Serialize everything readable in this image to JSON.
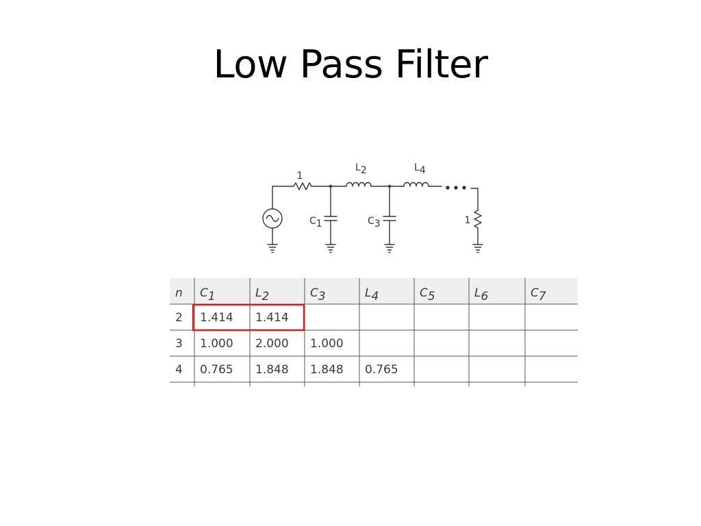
{
  "slide": {
    "title": "Low Pass Filter"
  },
  "circuit": {
    "source_resistor_label": "1",
    "load_resistor_label": "1",
    "components": [
      {
        "letter": "C",
        "subscript": "1"
      },
      {
        "letter": "L",
        "subscript": "2"
      },
      {
        "letter": "C",
        "subscript": "3"
      },
      {
        "letter": "L",
        "subscript": "4"
      }
    ]
  },
  "table": {
    "columns": [
      {
        "letter": "n",
        "subscript": ""
      },
      {
        "letter": "C",
        "subscript": "1"
      },
      {
        "letter": "L",
        "subscript": "2"
      },
      {
        "letter": "C",
        "subscript": "3"
      },
      {
        "letter": "L",
        "subscript": "4"
      },
      {
        "letter": "C",
        "subscript": "5"
      },
      {
        "letter": "L",
        "subscript": "6"
      },
      {
        "letter": "C",
        "subscript": "7"
      }
    ],
    "rows": [
      [
        "2",
        "1.414",
        "1.414",
        "",
        "",
        "",
        "",
        ""
      ],
      [
        "3",
        "1.000",
        "2.000",
        "1.000",
        "",
        "",
        "",
        ""
      ],
      [
        "4",
        "0.765",
        "1.848",
        "1.848",
        "0.765",
        "",
        "",
        ""
      ]
    ],
    "highlight": {
      "row": 0,
      "cols": [
        1,
        2
      ],
      "color": "#d42020"
    },
    "header_bg": "#efefef",
    "line_color": "#555555"
  }
}
